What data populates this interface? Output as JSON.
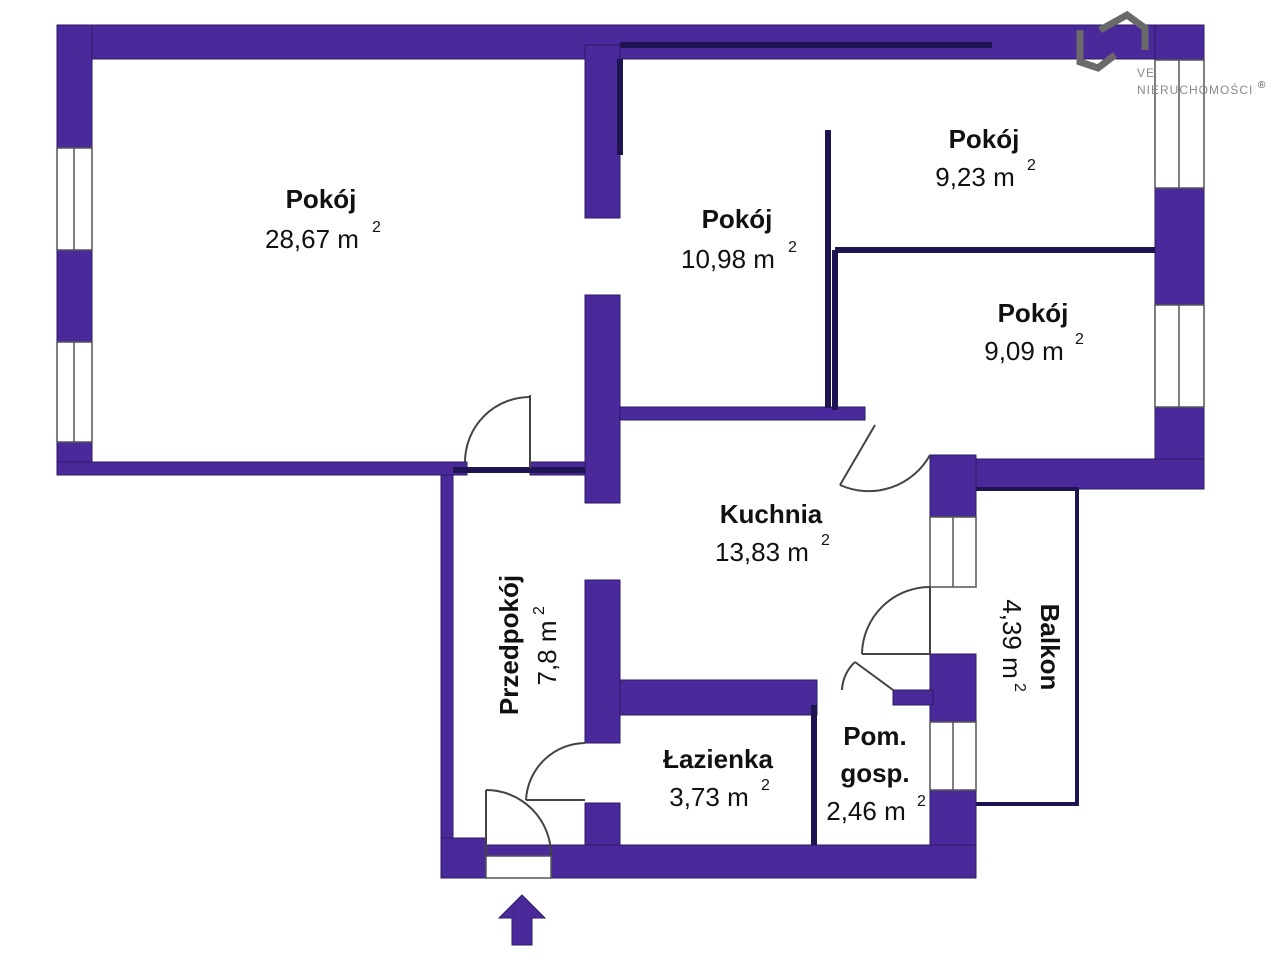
{
  "logo": {
    "line1": "VE",
    "line2": "NIERUCHOMOŚCI",
    "registered": "®"
  },
  "rooms": {
    "pokoj_large": {
      "name": "Pokój",
      "area": "28,67 m",
      "sup": "2"
    },
    "pokoj_middle": {
      "name": "Pokój",
      "area": "10,98 m",
      "sup": "2"
    },
    "pokoj_top_right": {
      "name": "Pokój",
      "area": "9,23 m",
      "sup": "2"
    },
    "pokoj_right": {
      "name": "Pokój",
      "area": "9,09 m",
      "sup": "2"
    },
    "kuchnia": {
      "name": "Kuchnia",
      "area": "13,83 m",
      "sup": "2"
    },
    "przedpokoj": {
      "name": "Przedpokój",
      "area": "7,8 m",
      "sup": "2"
    },
    "lazienka": {
      "name": "Łazienka",
      "area": "3,73 m",
      "sup": "2"
    },
    "pom_gosp": {
      "name_line1": "Pom.",
      "name_line2": "gosp.",
      "area": "2,46 m",
      "sup": "2"
    },
    "balkon": {
      "name": "Balkon",
      "area": "4,39 m",
      "sup": "2"
    }
  },
  "colors": {
    "wall": "#4A2A9A",
    "wall_stroke": "#2E1A66",
    "thin_wall": "#1F1452",
    "door_line": "#444444",
    "logo": "#6a6a6a"
  },
  "icons": {
    "entrance": "entrance-arrow-icon",
    "logo": "logo-icon"
  }
}
